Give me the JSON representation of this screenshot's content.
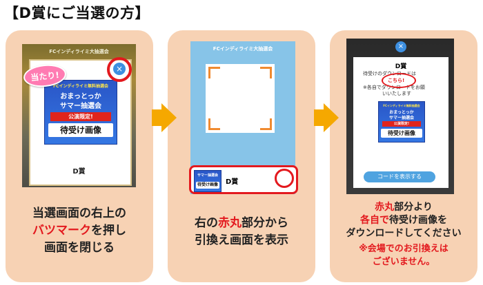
{
  "title": "【D賞にご当選の方】",
  "colors": {
    "card_bg": "#f7d2b4",
    "accent_red": "#e3191e",
    "arrow": "#f5a800",
    "close_blue": "#3d8fe0"
  },
  "banner": {
    "top": "FCインディライミ無料抽選会",
    "line1": "おまっとっか",
    "line2": "サマー抽選会",
    "ribbon": "公演限定!",
    "bottom": "待受け画像"
  },
  "step1": {
    "header": "FCインディライミ大抽選会",
    "badge": "当たり!",
    "close_icon": "×",
    "prize": "D賞",
    "caption": {
      "line1": "当選画面の右上の",
      "red": "バツマーク",
      "line2_rest": "を押し",
      "line3": "画面を閉じる"
    }
  },
  "step2": {
    "header": "FCインディライミ大抽選会",
    "prize": "D賞",
    "caption": {
      "pre": "右の",
      "red": "赤丸",
      "post": "部分から",
      "line2": "引換え画面を表示"
    }
  },
  "step3": {
    "close_icon": "×",
    "prize": "D賞",
    "text1": "待受けのダウンロードは",
    "link": "こちら!",
    "text2": "※各自でダウンロードをお願",
    "text3": "いいたします",
    "show_code": "コードを表示する",
    "caption": {
      "red1": "赤丸",
      "rest1": "部分より",
      "red2": "各自で",
      "rest2": "待受け画像を",
      "line3": "ダウンロードしてください",
      "note1": "※会場でのお引換えは",
      "note2": "ございません。"
    }
  }
}
